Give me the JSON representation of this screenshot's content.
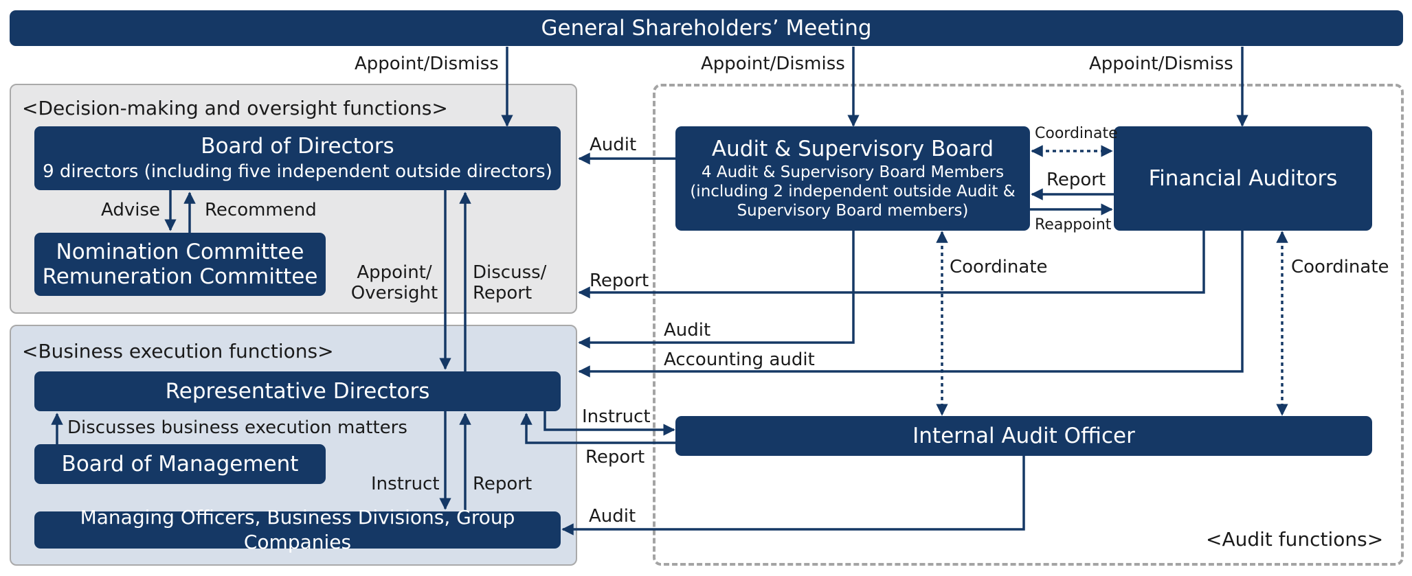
{
  "meeting": {
    "title": "General Shareholders’ Meeting"
  },
  "sections": {
    "oversight": "<Decision-making and oversight functions>",
    "execution": "<Business execution functions>",
    "audit": "<Audit functions>"
  },
  "boxes": {
    "board_of_directors": {
      "title": "Board of Directors",
      "subtitle": "9 directors (including five independent outside directors)"
    },
    "committees": {
      "line1": "Nomination Committee",
      "line2": "Remuneration Committee"
    },
    "audit_board": {
      "title": "Audit & Supervisory Board",
      "line1": "4 Audit & Supervisory Board Members",
      "line2": "(including 2 independent outside Audit &",
      "line3": "Supervisory Board members)"
    },
    "financial_auditors": {
      "title": "Financial Auditors"
    },
    "representative_directors": {
      "title": "Representative Directors"
    },
    "board_of_management": {
      "title": "Board of Management"
    },
    "managing_officers": {
      "title": "Managing Officers, Business Divisions, Group Companies"
    },
    "internal_audit_officer": {
      "title": "Internal Audit Officer"
    }
  },
  "labels": {
    "appoint_dismiss_1": "Appoint/Dismiss",
    "appoint_dismiss_2": "Appoint/Dismiss",
    "appoint_dismiss_3": "Appoint/Dismiss",
    "audit_bod": "Audit",
    "coordinate_top": "Coordinate",
    "report_fa": "Report",
    "reappoint": "Reappoint",
    "advise": "Advise",
    "recommend": "Recommend",
    "appoint_oversight_1": "Appoint/",
    "appoint_oversight_2": "Oversight",
    "discuss_report_1": "Discuss/",
    "discuss_report_2": "Report",
    "report_to_oversight": "Report",
    "coordinate_mid": "Coordinate",
    "coordinate_right": "Coordinate",
    "audit_exec": "Audit",
    "accounting_audit": "Accounting audit",
    "discusses_business": "Discusses business execution matters",
    "instruct_iao": "Instruct",
    "report_iao": "Report",
    "instruct_mo": "Instruct",
    "report_mo": "Report",
    "audit_mo": "Audit"
  },
  "colors": {
    "navy": "#153865",
    "oversight_panel": "#e7e7e8",
    "execution_panel": "#d7dfea",
    "dashed_border": "#a4a4a4"
  }
}
